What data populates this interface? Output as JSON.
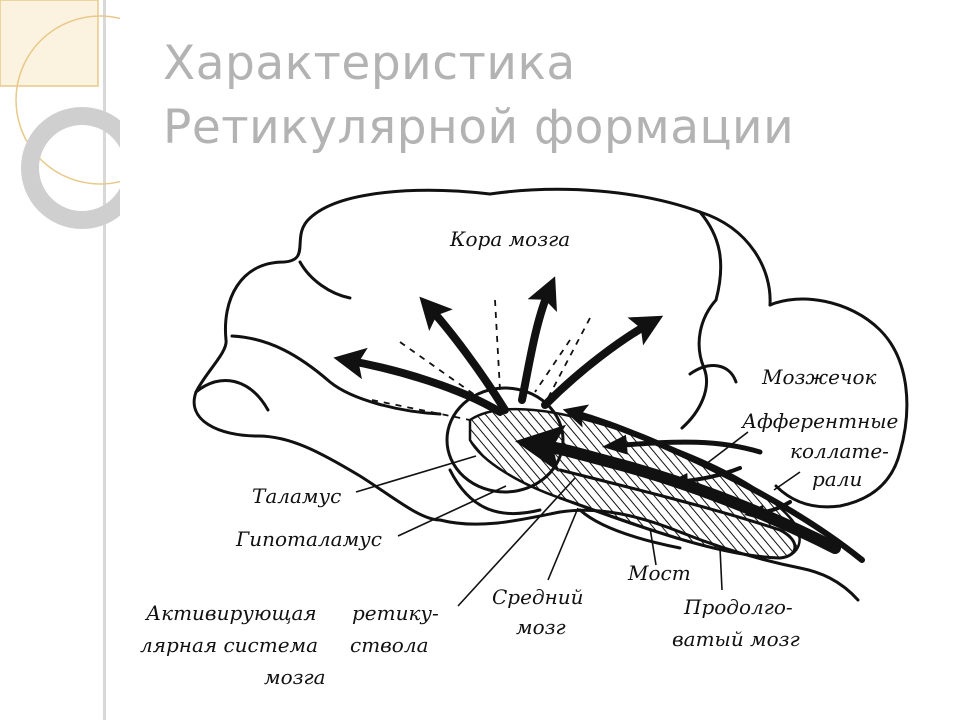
{
  "slide": {
    "title": "Характеристика Ретикулярной формации"
  },
  "diagram": {
    "labels": {
      "cortex": "Кора мозга",
      "cerebellum": "Мозжечок",
      "afferent_1": "Афферентные",
      "afferent_2": "коллате-",
      "afferent_3": "рали",
      "thalamus": "Таламус",
      "hypothalamus": "Гипоталамус",
      "activating_1a": "Активирующая",
      "activating_1b": "ретику-",
      "activating_2a": "лярная система",
      "activating_2b": "ствола",
      "activating_3": "мозга",
      "midbrain_1": "Средний",
      "midbrain_2": "мозг",
      "pons": "Мост",
      "medulla_1": "Продолго-",
      "medulla_2": "ватый мозг"
    }
  },
  "colors": {
    "title": "#b3b3b3",
    "ink": "#111111",
    "decor_gold": "#e8c98a",
    "decor_grey": "#cfcfcf"
  }
}
